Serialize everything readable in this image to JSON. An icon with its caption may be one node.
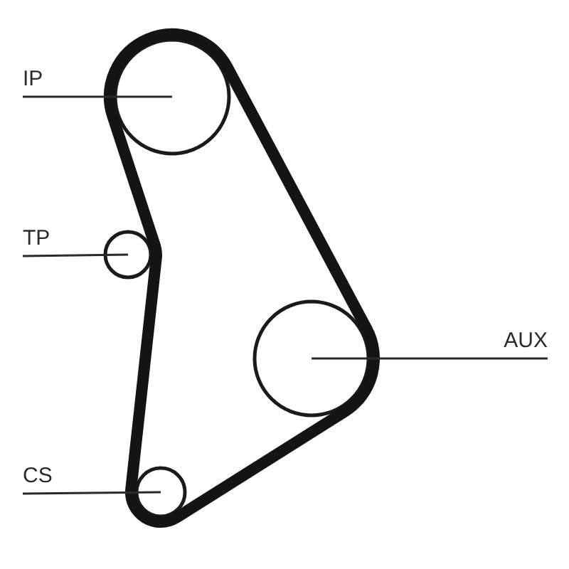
{
  "diagram": {
    "nodes": [
      {
        "text": [
          "IP"
        ]
      },
      {
        "text": [],
        "shape": "circle"
      },
      {
        "text": [
          "TP"
        ]
      },
      {
        "text": [],
        "shape": "circle"
      },
      {
        "text": [
          "AUX"
        ]
      },
      {
        "text": [],
        "shape": "circle"
      },
      {
        "text": [
          "CS"
        ]
      },
      {
        "text": [],
        "shape": "circle"
      }
    ],
    "edges": [
      {
        "from": 0,
        "to": 1,
        "arrow": "none"
      },
      {
        "from": 2,
        "to": 3,
        "arrow": "none"
      },
      {
        "from": 4,
        "to": 5,
        "arrow": "none"
      },
      {
        "from": 6,
        "to": 7,
        "arrow": "none"
      }
    ]
  }
}
